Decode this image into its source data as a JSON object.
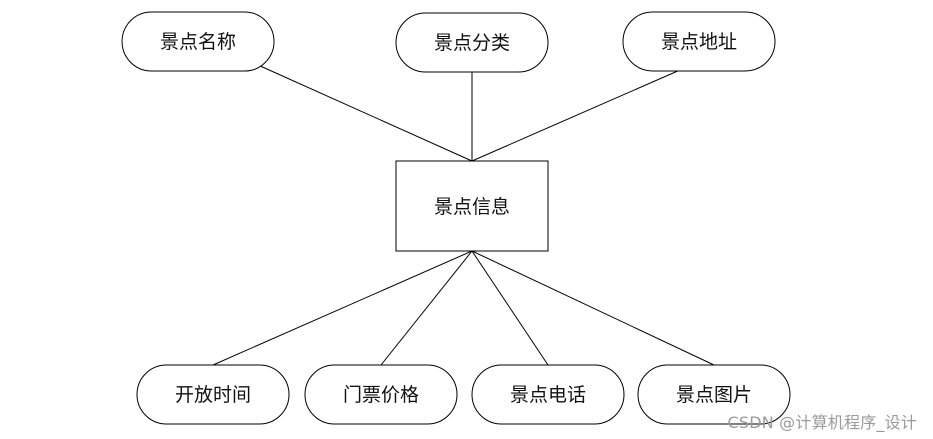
{
  "entity": {
    "label": "景点信息"
  },
  "attributes": {
    "top": [
      {
        "id": "name",
        "label": "景点名称"
      },
      {
        "id": "category",
        "label": "景点分类"
      },
      {
        "id": "address",
        "label": "景点地址"
      }
    ],
    "bottom": [
      {
        "id": "open-time",
        "label": "开放时间"
      },
      {
        "id": "ticket-price",
        "label": "门票价格"
      },
      {
        "id": "phone",
        "label": "景点电话"
      },
      {
        "id": "picture",
        "label": "景点图片"
      }
    ]
  },
  "watermark": {
    "text": "CSDN @计算机程序_设计"
  }
}
